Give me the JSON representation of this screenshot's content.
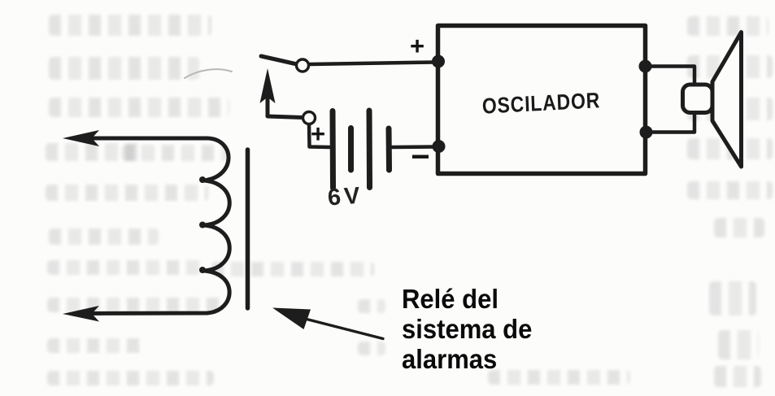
{
  "colors": {
    "ink": "#1d1d1d",
    "paper": "#fcfcfb",
    "caption_ink": "#0a0a0a"
  },
  "labels": {
    "oscillator": "OSCILADOR",
    "battery_voltage": "6V",
    "oscillator_supply_plus": "+",
    "battery_plus": "+",
    "battery_minus": "−",
    "caption_line1": "Relé del",
    "caption_line2": "sistema de",
    "caption_line3": "alarmas"
  }
}
